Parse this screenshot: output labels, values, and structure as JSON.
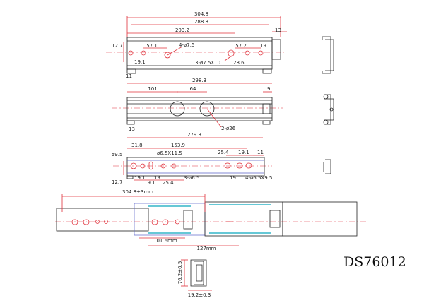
{
  "model": "DS76012",
  "view1": {
    "overall": "304.8",
    "inner": "288.8",
    "span": "203.2",
    "end": "13",
    "height": "12.7",
    "left_gap": "19.1",
    "hole_a": "57.1",
    "hole_b": "57.2",
    "hole_c": "19",
    "hole_d": "28.6",
    "big_holes": "4-ø7.5",
    "slots": "3-ø7.5X10",
    "foot": "11"
  },
  "view2": {
    "overall": "298.3",
    "to_first": "101",
    "pitch": "64",
    "end": "9",
    "foot": "13",
    "holes": "2-ø26"
  },
  "view3": {
    "overall": "279.3",
    "first": "31.8",
    "span": "153.9",
    "dia": "ø9.5",
    "slot": "ø6.5X11.5",
    "r1": "25.4",
    "r2": "19.1",
    "r3": "11",
    "height": "12.7",
    "b1": "19.1",
    "b2": "19.1",
    "b3": "19",
    "b4": "25.4",
    "holes": "3-ø6.5",
    "b5": "19",
    "slots": "4-ø6.5X9.5"
  },
  "view4": {
    "travel": "304.8±3mm",
    "lead": "101.6mm",
    "center": "127mm"
  },
  "profile": {
    "height": "76.2±0.5",
    "width": "19.2±0.3"
  }
}
